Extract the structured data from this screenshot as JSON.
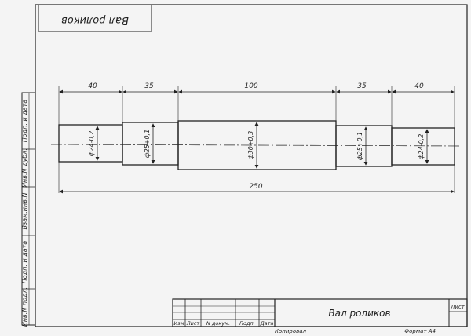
{
  "stamp": {
    "title_mirrored": "Вал роликов"
  },
  "side_strip": [
    "Подп. и дата",
    "Инв.N дубл.",
    "Взам.инв.N",
    "Подп. и дата",
    "Инв.N подл."
  ],
  "dimensions": {
    "seg1": "40",
    "seg2": "35",
    "seg3": "100",
    "seg4": "35",
    "seg5": "40",
    "total": "250",
    "dia1": "ф24-0,2",
    "dia2": "ф25+0,1",
    "dia3": "ф30+0,3",
    "dia4": "ф25+0,1",
    "dia5": "ф24-0,2"
  },
  "title_block": {
    "headers": [
      "Изм",
      "Лист",
      "N докум.",
      "Подп.",
      "Дата"
    ],
    "name": "Вал роликов",
    "sheet_label": "Лист",
    "copied": "Копировал",
    "format": "Формат А4"
  }
}
